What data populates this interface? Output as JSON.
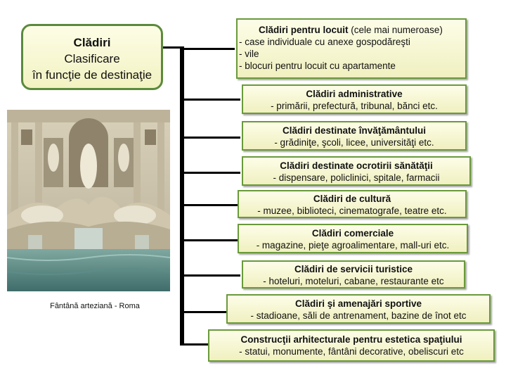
{
  "root": {
    "title": "Clădiri",
    "subtitle_line1": "Clasificare",
    "subtitle_line2": "în funcţie de destinaţie"
  },
  "photo": {
    "caption": "Fântână arteziană - Roma"
  },
  "categories": [
    {
      "title": "Clădiri pentru locuit",
      "title_note": " (cele mai numeroase)",
      "lines": [
        "- case individuale cu anexe gospodăreşti",
        "- vile",
        "- blocuri pentru locuit cu apartamente"
      ]
    },
    {
      "title": "Clădiri administrative",
      "lines": [
        "- primării, prefectură, tribunal, bănci etc."
      ]
    },
    {
      "title": "Clădiri destinate învăţământului",
      "lines": [
        "- grădiniţe, şcoli, licee, universităţi etc."
      ]
    },
    {
      "title": "Clădiri destinate ocrotirii sănătăţii",
      "lines": [
        "- dispensare, policlinici, spitale, farmacii"
      ]
    },
    {
      "title": "Clădiri de cultură",
      "lines": [
        "- muzee, biblioteci, cinematografe, teatre etc."
      ]
    },
    {
      "title": "Clădiri comerciale",
      "lines": [
        "- magazine, pieţe agroalimentare, mall-uri etc."
      ]
    },
    {
      "title": "Clădiri de servicii turistice",
      "lines": [
        "- hoteluri, moteluri, cabane, restaurante etc"
      ]
    },
    {
      "title": "Clădiri şi amenajări sportive",
      "lines": [
        "- stadioane, săli de antrenament, bazine de înot etc"
      ]
    },
    {
      "title": "Construcţii arhitecturale pentru estetica spaţiului",
      "lines": [
        "- statui, monumente, fântâni decorative, obeliscuri etc"
      ]
    }
  ],
  "colors": {
    "box_border": "#6a9a3a",
    "box_fill": "#f6f6d2",
    "connector": "#000000"
  }
}
